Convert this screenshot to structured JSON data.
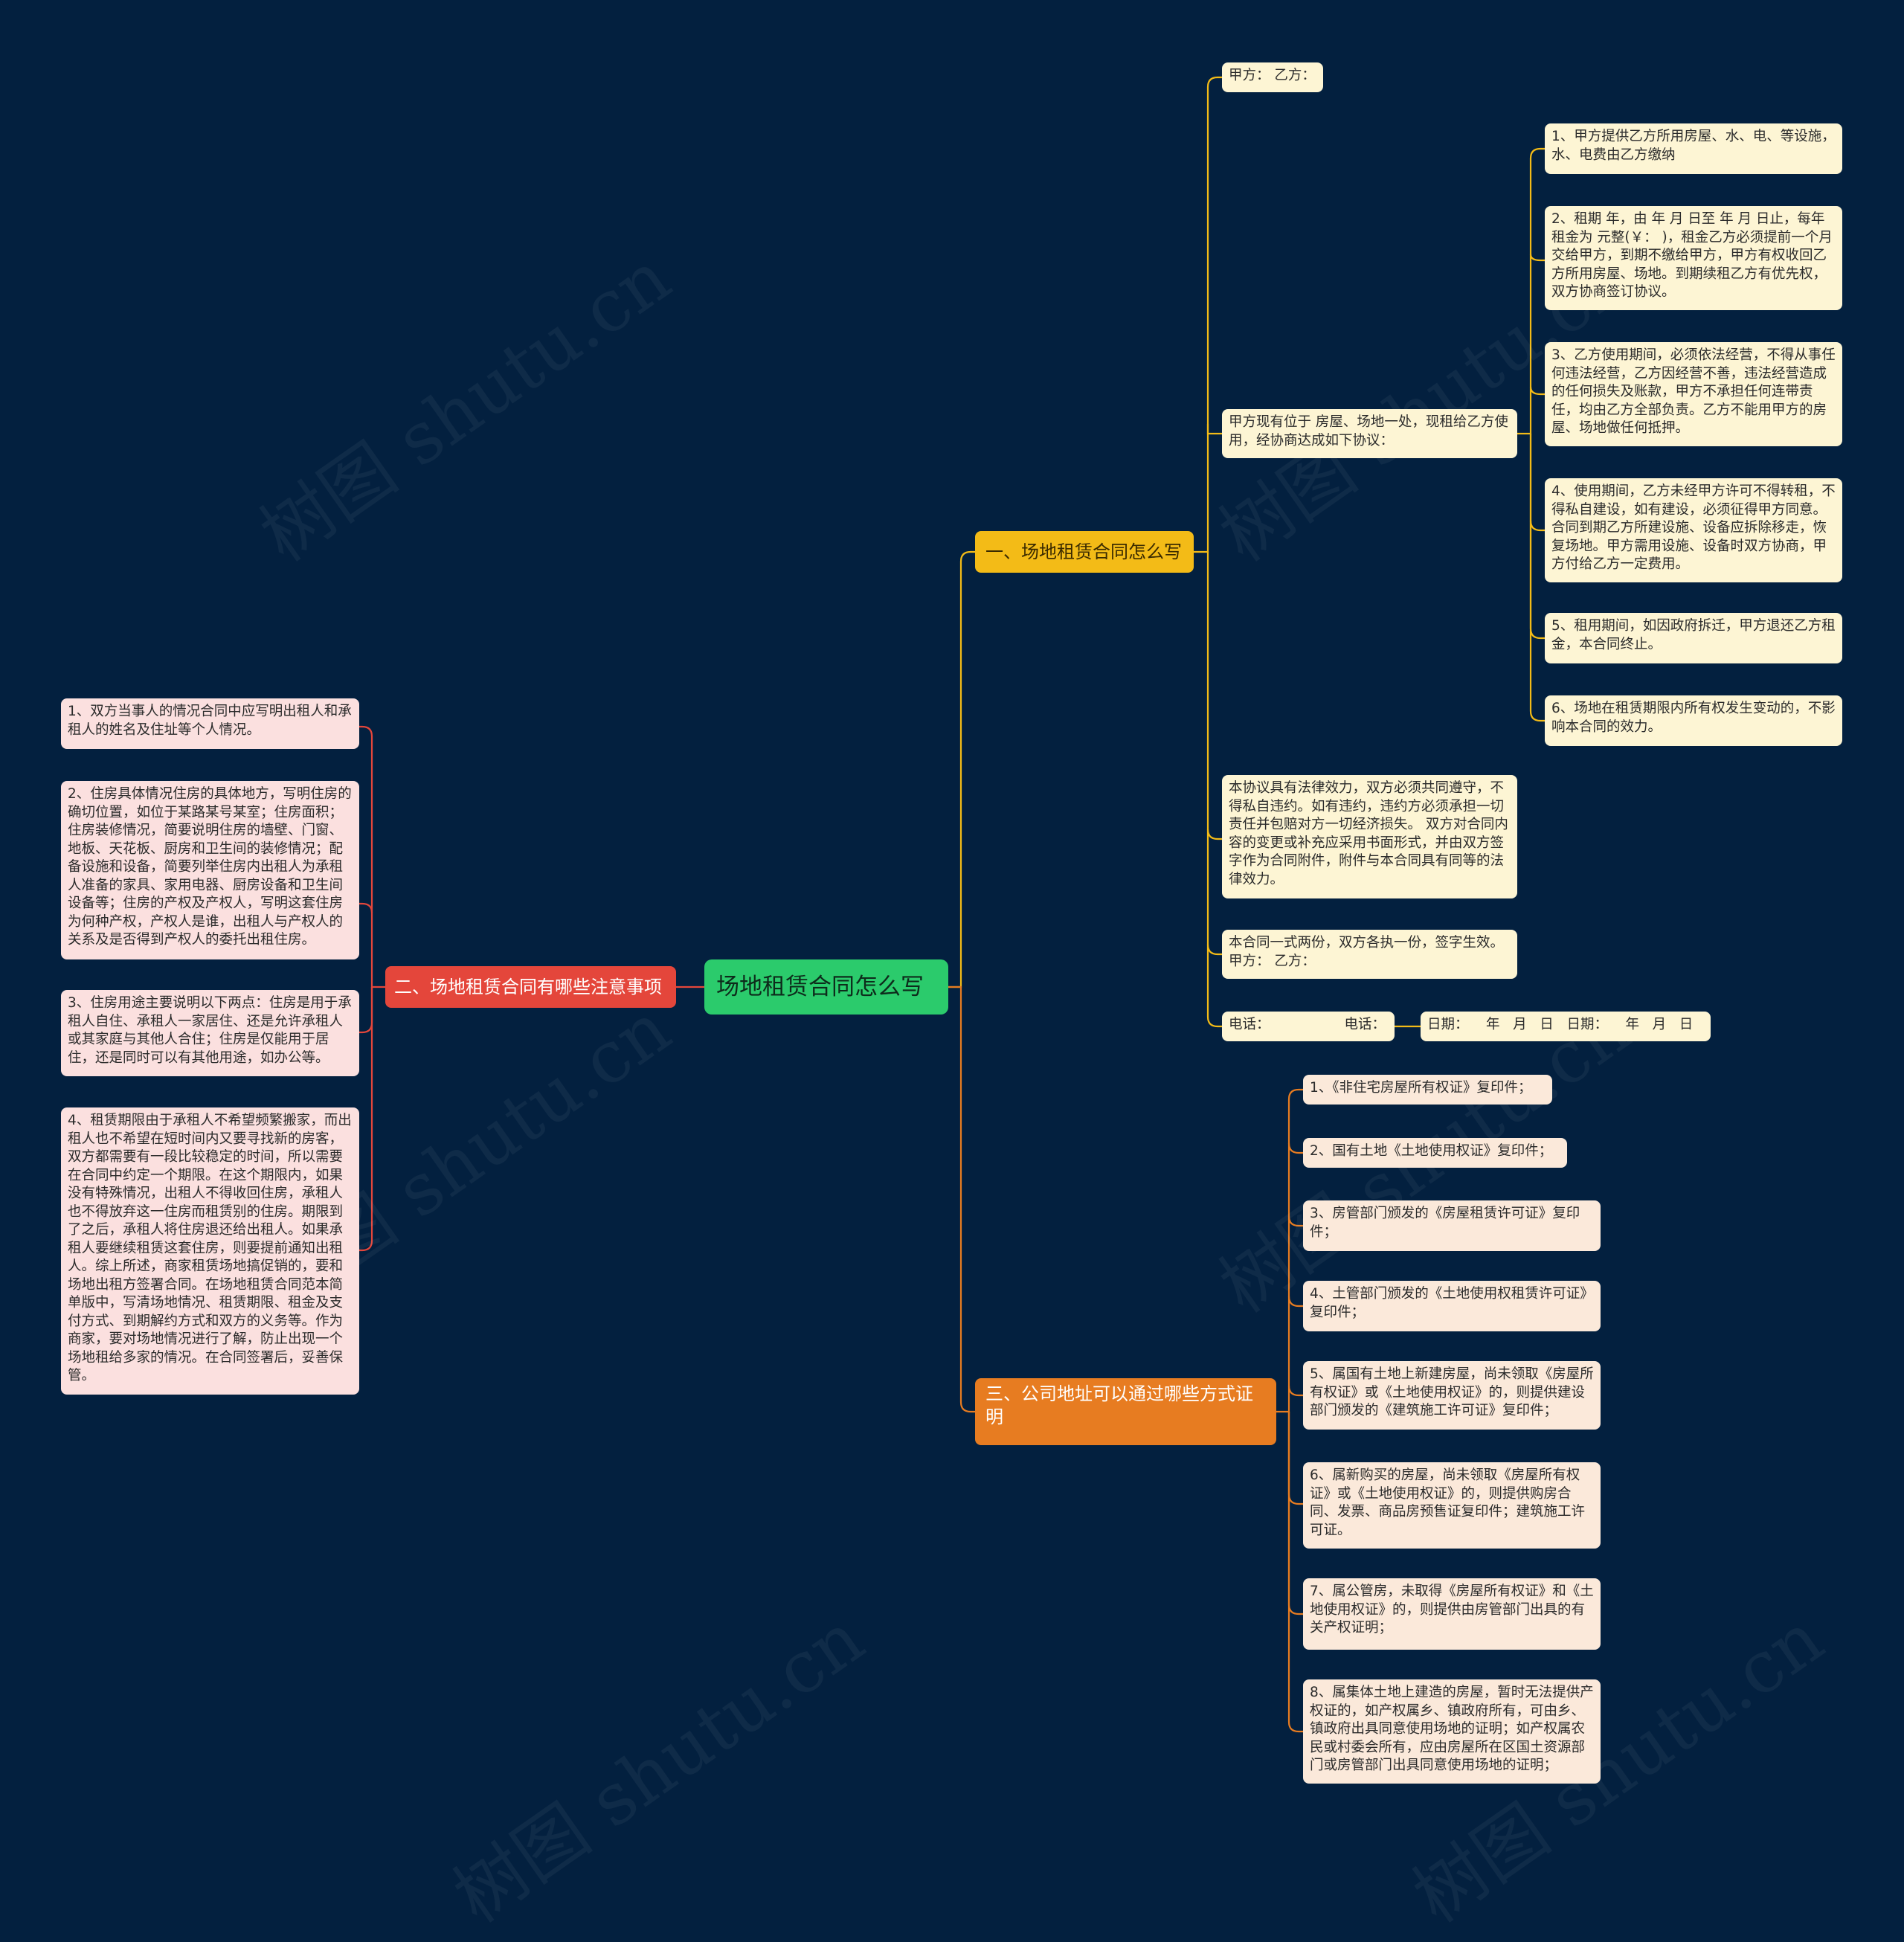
{
  "colors": {
    "background": "#03203f",
    "root": "#2bcb6c",
    "branch1": "#f3bb17",
    "branch2": "#e4463b",
    "branch3": "#e77c21",
    "leaf_yellow": "#fdf5d4",
    "leaf_pink": "#fbe0df",
    "leaf_orange": "#fbe9da"
  },
  "watermark": "树图 shutu.cn",
  "root": "场地租赁合同怎么写",
  "branch1": {
    "title": "一、场地租赁合同怎么写",
    "parties": "甲方：  乙方：",
    "intro": "甲方现有位于 房屋、场地一处，现租给乙方使用，经协商达成如下协议：",
    "terms": [
      "1、甲方提供乙方所用房屋、水、电、等设施，水、电费由乙方缴纳",
      "2、租期 年，由 年 月 日至 年 月 日止，每年租金为 元整(￥： )，租金乙方必须提前一个月交给甲方，到期不缴给甲方，甲方有权收回乙方所用房屋、场地。到期续租乙方有优先权，双方协商签订协议。",
      "3、乙方使用期间，必须依法经营，不得从事任何违法经营，乙方因经营不善，违法经营造成的任何损失及账款，甲方不承担任何连带责任，均由乙方全部负责。乙方不能用甲方的房屋、场地做任何抵押。",
      "4、使用期间，乙方未经甲方许可不得转租，不得私自建设，如有建设，必须征得甲方同意。合同到期乙方所建设施、设备应拆除移走，恢复场地。甲方需用设施、设备时双方协商，甲方付给乙方一定费用。",
      "5、租用期间，如因政府拆迁，甲方退还乙方租金，本合同终止。",
      "6、场地在租赁期限内所有权发生变动的，不影响本合同的效力。"
    ],
    "validity": "本协议具有法律效力，双方必须共同遵守，不得私自违约。如有违约，违约方必须承担一切责任并包赔对方一切经济损失。 双方对合同内容的变更或补充应采用书面形式，并由双方签字作为合同附件，附件与本合同具有同等的法律效力。",
    "copies": "本合同一式两份，双方各执一份，签字生效。 甲方： 乙方：",
    "phone": "电话：                 电话：",
    "date": "日期：    年   月   日   日期：    年   月   日"
  },
  "branch2": {
    "title": "二、场地租赁合同有哪些注意事项",
    "items": [
      "1、双方当事人的情况合同中应写明出租人和承租人的姓名及住址等个人情况。",
      "2、住房具体情况住房的具体地方，写明住房的确切位置，如位于某路某号某室；住房面积；住房装修情况，简要说明住房的墙壁、门窗、地板、天花板、厨房和卫生间的装修情况；配备设施和设备，简要列举住房内出租人为承租人准备的家具、家用电器、厨房设备和卫生间设备等；住房的产权及产权人，写明这套住房为何种产权，产权人是谁，出租人与产权人的关系及是否得到产权人的委托出租住房。",
      "3、住房用途主要说明以下两点：住房是用于承租人自住、承租人一家居住、还是允许承租人或其家庭与其他人合住；住房是仅能用于居住，还是同时可以有其他用途，如办公等。",
      "4、租赁期限由于承租人不希望频繁搬家，而出租人也不希望在短时间内又要寻找新的房客，双方都需要有一段比较稳定的时间，所以需要在合同中约定一个期限。在这个期限内，如果没有特殊情况，出租人不得收回住房，承租人也不得放弃这一住房而租赁别的住房。期限到了之后，承租人将住房退还给出租人。如果承租人要继续租赁这套住房，则要提前通知出租人。综上所述，商家租赁场地搞促销的，要和场地出租方签署合同。在场地租赁合同范本简单版中，写清场地情况、租赁期限、租金及支付方式、到期解约方式和双方的义务等。作为商家，要对场地情况进行了解，防止出现一个场地租给多家的情况。在合同签署后，妥善保管。"
    ]
  },
  "branch3": {
    "title": "三、公司地址可以通过哪些方式证明",
    "items": [
      "1、《非住宅房屋所有权证》复印件；",
      "2、国有土地《土地使用权证》复印件；",
      "3、房管部门颁发的《房屋租赁许可证》复印件；",
      "4、土管部门颁发的《土地使用权租赁许可证》复印件；",
      "5、属国有土地上新建房屋，尚未领取《房屋所有权证》或《土地使用权证》的，则提供建设部门颁发的《建筑施工许可证》复印件；",
      "6、属新购买的房屋，尚未领取《房屋所有权证》或《土地使用权证》的，则提供购房合同、发票、商品房预售证复印件；建筑施工许可证。",
      "7、属公管房，未取得《房屋所有权证》和《土地使用权证》的，则提供由房管部门出具的有关产权证明；",
      "8、属集体土地上建造的房屋，暂时无法提供产权证的，如产权属乡、镇政府所有，可由乡、镇政府出具同意使用场地的证明；如产权属农民或村委会所有，应由房屋所在区国土资源部门或房管部门出具同意使用场地的证明；"
    ]
  }
}
